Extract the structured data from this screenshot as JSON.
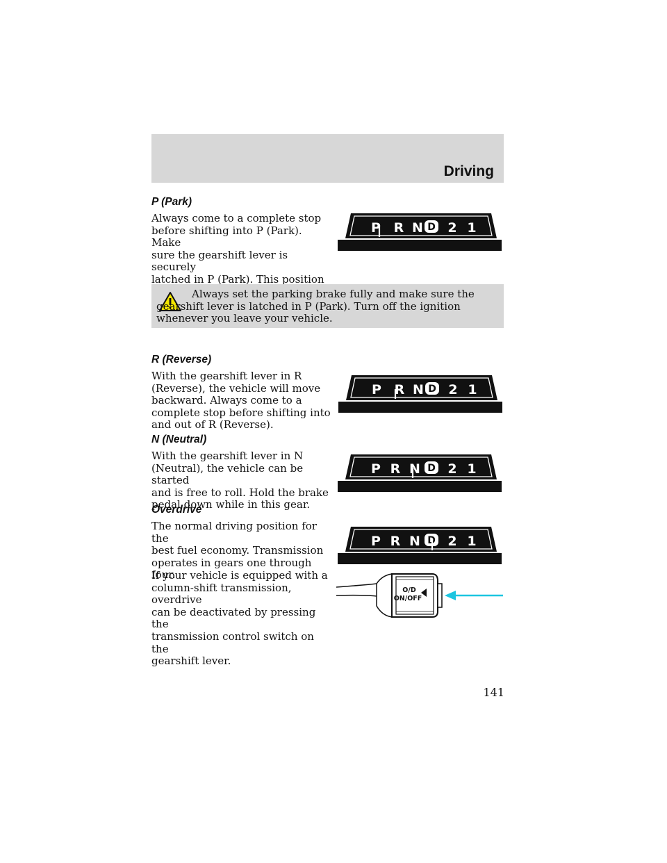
{
  "header": {
    "title": "Driving"
  },
  "sections": {
    "park": {
      "heading": "P (Park)",
      "body": "Always come to a complete stop\nbefore shifting into P (Park). Make\nsure the gearshift lever is securely\nlatched in P (Park). This position\nlocks the transmission and prevents\nthe rear wheels from turning."
    },
    "warning": {
      "text": "Always set the parking brake fully and make sure the gearshift lever is latched in P (Park). Turn off the ignition whenever you leave your vehicle.",
      "icon": "warning-triangle-icon"
    },
    "reverse": {
      "heading": "R (Reverse)",
      "body": "With the gearshift lever in R\n(Reverse), the vehicle will move\nbackward. Always come to a\ncomplete stop before shifting into\nand out of R (Reverse)."
    },
    "neutral": {
      "heading": "N (Neutral)",
      "body": "With the gearshift lever in N\n(Neutral), the vehicle can be started\nand is free to roll. Hold the brake\npedal down while in this gear."
    },
    "overdrive": {
      "heading": "Overdrive",
      "body": "The normal driving position for the\nbest fuel economy. Transmission\noperates in gears one through four."
    },
    "column_shift": {
      "body": "If your vehicle is equipped with a\ncolumn-shift transmission, overdrive\ncan be deactivated by pressing the\ntransmission control switch on the\ngearshift lever."
    }
  },
  "gear_indicator": {
    "letters": [
      "P",
      "R",
      "N",
      "D",
      "2",
      "1"
    ],
    "selected": {
      "park": "P",
      "reverse": "R",
      "neutral": "N",
      "overdrive": "D"
    }
  },
  "shift_lever": {
    "switch_label_line1": "O/D",
    "switch_label_line2": "ON/OFF",
    "arrow_color": "#1cc5e0"
  },
  "page_number": "141"
}
